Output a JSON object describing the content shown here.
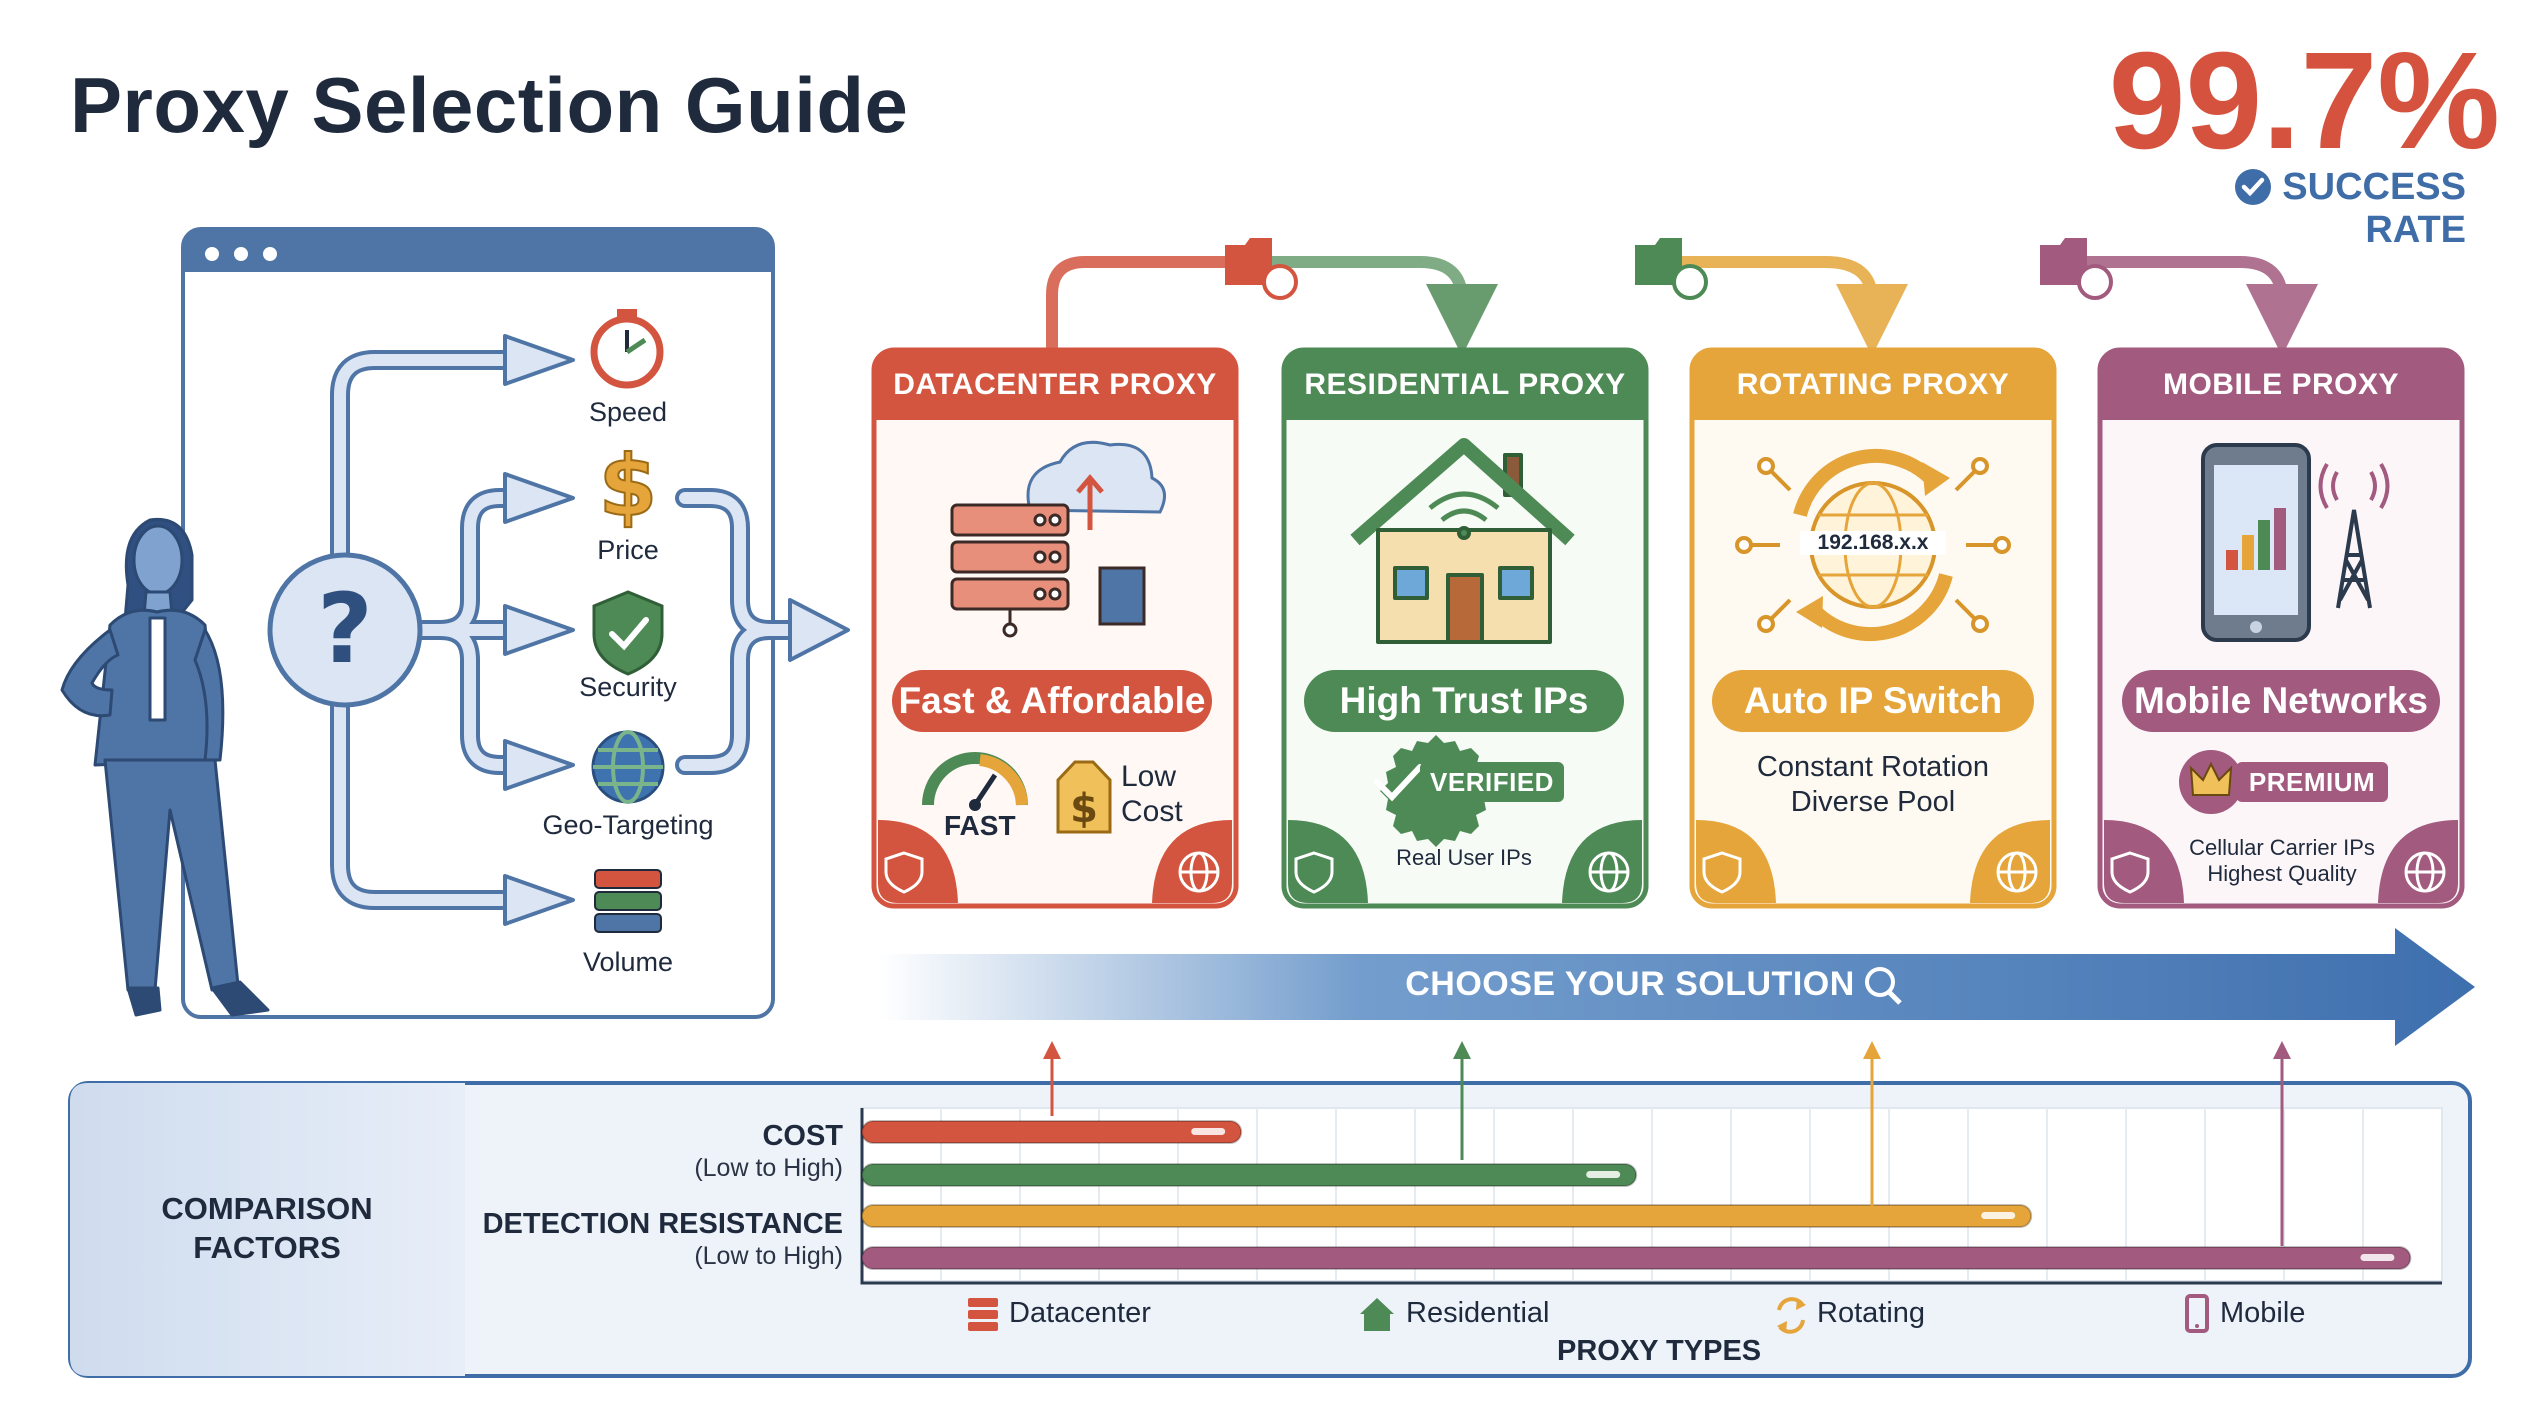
{
  "title": "Proxy Selection Guide",
  "success_rate": {
    "value": "99.7%",
    "label": "SUCCESS RATE",
    "value_color": "#d5533e",
    "label_color": "#3e6da8"
  },
  "decision_panel": {
    "center_icon": "question-mark-icon",
    "factors": [
      {
        "label": "Speed",
        "icon": "stopwatch-icon"
      },
      {
        "label": "Price",
        "icon": "dollar-icon"
      },
      {
        "label": "Security",
        "icon": "shield-check-icon"
      },
      {
        "label": "Geo-Targeting",
        "icon": "globe-icon"
      },
      {
        "label": "Volume",
        "icon": "server-stack-icon"
      }
    ]
  },
  "proxies": [
    {
      "header": "DATACENTER PROXY",
      "tagline": "Fast & Affordable",
      "gauge_label": "FAST",
      "cost_label": "Low\nCost",
      "icon": "server-cloud-icon",
      "color": "#d4553f"
    },
    {
      "header": "RESIDENTIAL PROXY",
      "tagline": "High Trust IPs",
      "badge": "VERIFIED",
      "detail": "Real User IPs",
      "icon": "house-wifi-icon",
      "color": "#4e8a55"
    },
    {
      "header": "ROTATING PROXY",
      "tagline": "Auto IP Switch",
      "globe_text": "192.168.x.x",
      "detail": "Constant Rotation\nDiverse Pool",
      "icon": "rotating-globe-icon",
      "color": "#e5a53a"
    },
    {
      "header": "MOBILE PROXY",
      "tagline": "Mobile Networks",
      "badge": "PREMIUM",
      "detail": "Cellular Carrier IPs\nHighest Quality",
      "icon": "phone-tower-icon",
      "color": "#a25a7e"
    }
  ],
  "choose_banner": "CHOOSE YOUR SOLUTION",
  "comparison": {
    "heading": "COMPARISON\nFACTORS",
    "rows": [
      {
        "label": "COST",
        "sub": "(Low to High)"
      },
      {
        "label": "DETECTION RESISTANCE",
        "sub": "(Low to High)"
      }
    ],
    "axis_title": "PROXY TYPES",
    "legend": [
      {
        "label": "Datacenter",
        "icon": "server-icon",
        "color": "#d4553f"
      },
      {
        "label": "Residential",
        "icon": "house-icon",
        "color": "#4e8a55"
      },
      {
        "label": "Rotating",
        "icon": "rotate-icon",
        "color": "#e5a53a"
      },
      {
        "label": "Mobile",
        "icon": "phone-icon",
        "color": "#a25a7e"
      }
    ],
    "bars": [
      {
        "type": "Datacenter",
        "level": 0.24,
        "color": "#d4553f"
      },
      {
        "type": "Residential",
        "level": 0.49,
        "color": "#4e8a55"
      },
      {
        "type": "Rotating",
        "level": 0.74,
        "color": "#e5a53a"
      },
      {
        "type": "Mobile",
        "level": 0.98,
        "color": "#a25a7e"
      }
    ]
  }
}
